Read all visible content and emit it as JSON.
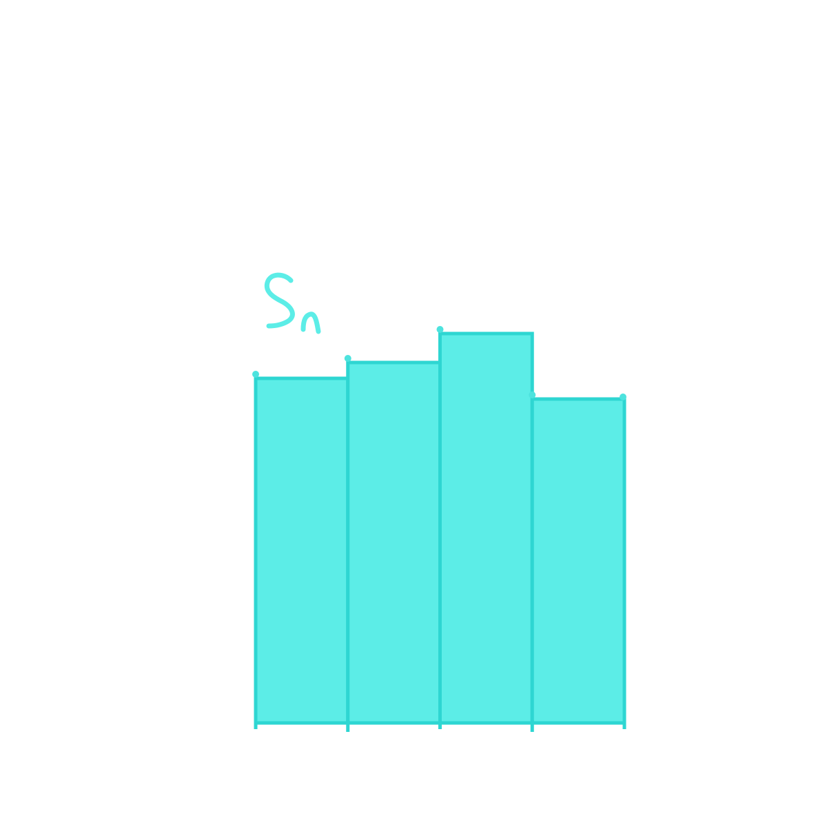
{
  "colors": {
    "bar_fill": "#5CEDE7",
    "bar_stroke": "#2ED6D2",
    "label": "#5CEDE7",
    "dot": "#4DE3DE"
  },
  "label_text": "Sn",
  "chart_data": {
    "type": "bar",
    "values": [
      5.0,
      5.23,
      5.65,
      4.7
    ],
    "ylim": [
      0,
      6
    ]
  }
}
